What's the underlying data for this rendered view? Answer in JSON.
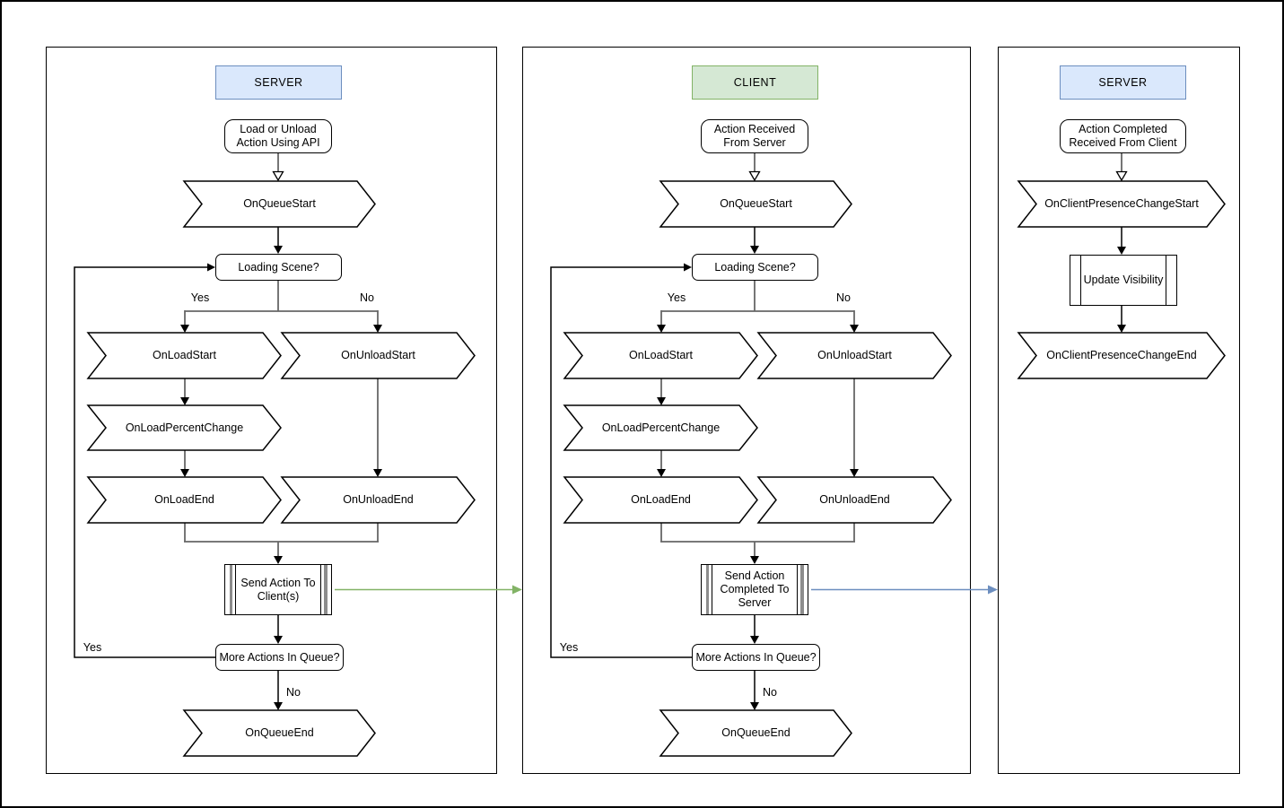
{
  "diagram": {
    "colors": {
      "server_header_fill": "#dae8fc",
      "server_header_border": "#6c8ebf",
      "client_header_fill": "#d5e8d4",
      "client_header_border": "#82b366",
      "server_to_client_arrow": "#82b366",
      "client_to_server_arrow": "#6c8ebf",
      "shape_border": "#000000",
      "connector_gray": "#666666"
    },
    "panels": [
      {
        "header": "SERVER",
        "start": "Load or Unload Action Using API",
        "queue_start": "OnQueueStart",
        "loading_scene": "Loading Scene?",
        "yes": "Yes",
        "no": "No",
        "load_start": "OnLoadStart",
        "unload_start": "OnUnloadStart",
        "load_percent_change": "OnLoadPercentChange",
        "load_end": "OnLoadEnd",
        "unload_end": "OnUnloadEnd",
        "send": "Send Action To Client(s)",
        "more_actions": "More Actions In Queue?",
        "loop_yes": "Yes",
        "end_no": "No",
        "queue_end": "OnQueueEnd"
      },
      {
        "header": "CLIENT",
        "start": "Action Received From Server",
        "queue_start": "OnQueueStart",
        "loading_scene": "Loading Scene?",
        "yes": "Yes",
        "no": "No",
        "load_start": "OnLoadStart",
        "unload_start": "OnUnloadStart",
        "load_percent_change": "OnLoadPercentChange",
        "load_end": "OnLoadEnd",
        "unload_end": "OnUnloadEnd",
        "send": "Send Action Completed To Server",
        "more_actions": "More Actions In Queue?",
        "loop_yes": "Yes",
        "end_no": "No",
        "queue_end": "OnQueueEnd"
      },
      {
        "header": "SERVER",
        "start": "Action Completed Received From Client",
        "presence_start": "OnClientPresenceChangeStart",
        "update_visibility": "Update Visibility",
        "presence_end": "OnClientPresenceChangeEnd"
      }
    ]
  }
}
